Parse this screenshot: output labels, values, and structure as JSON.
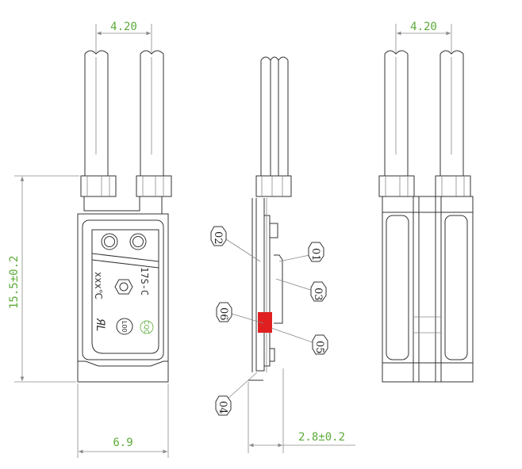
{
  "dimensions": {
    "front_lead_pitch": "4.20",
    "back_lead_pitch": "4.20",
    "height": "15.5±0.2",
    "width": "6.9",
    "thickness": "2.8±0.2"
  },
  "part_labels": [
    "01",
    "02",
    "03",
    "04",
    "05",
    "06"
  ],
  "body_marking": {
    "model": "17S-C",
    "temperature": "xxx℃",
    "ul_symbol": "ЯL",
    "code": "L00",
    "cqc": "CQC"
  },
  "colors": {
    "dimension_text": "#5cab3a",
    "line": "#333333",
    "highlight": "#e02020"
  }
}
